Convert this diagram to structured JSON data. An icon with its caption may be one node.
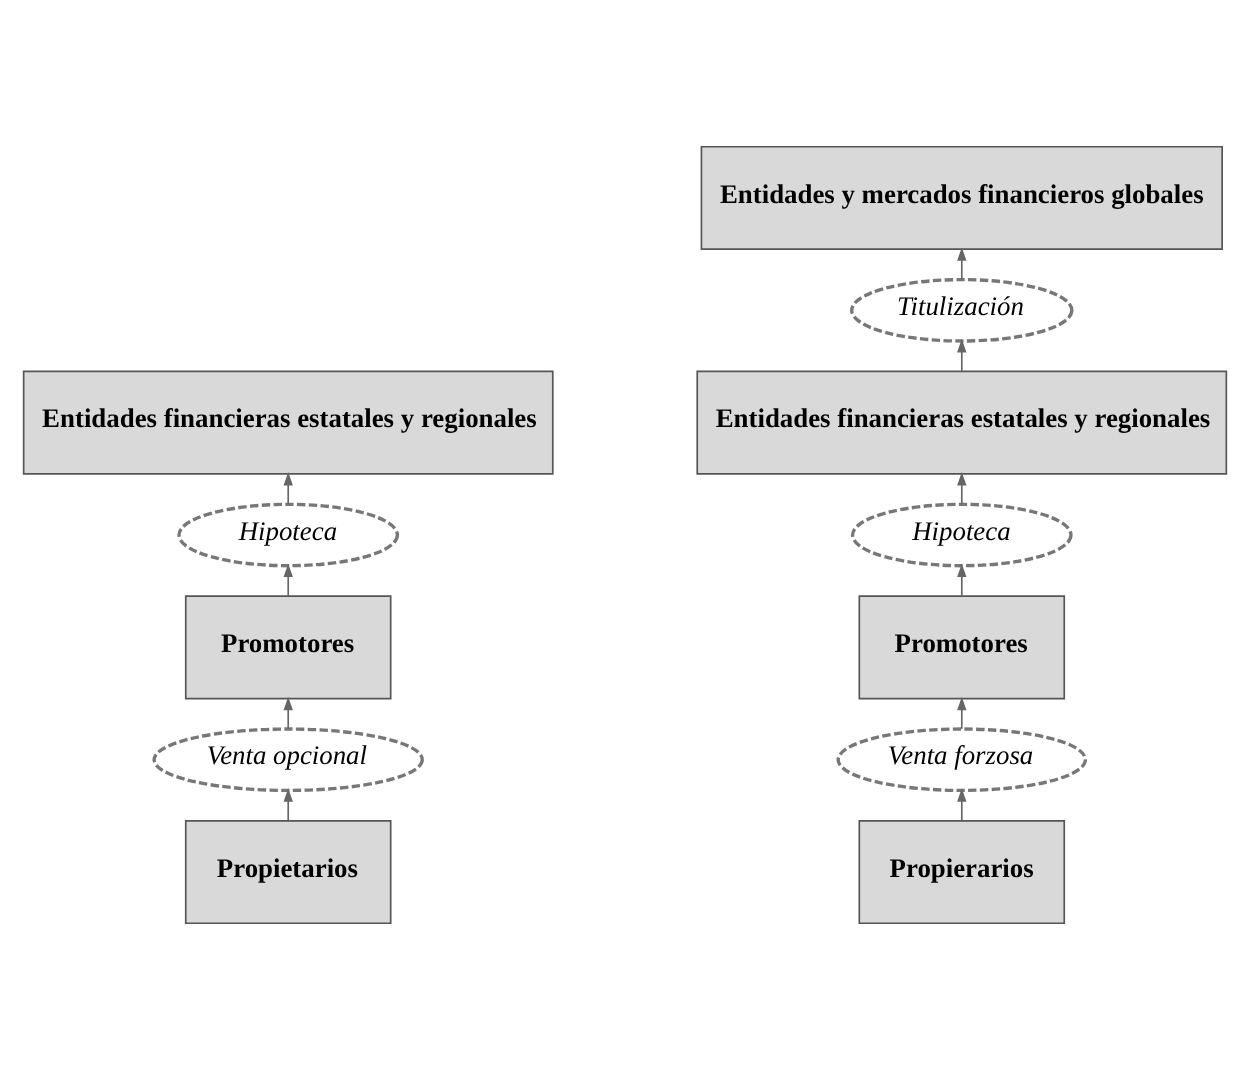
{
  "diagram": {
    "nodes": [
      {
        "text": [
          "Entidades financieras estatales y regionales"
        ]
      },
      {
        "text": [
          "Hipoteca"
        ]
      },
      {
        "text": [
          "Promotores"
        ]
      },
      {
        "text": [
          "Venta opcional"
        ]
      },
      {
        "text": [
          "Propietarios"
        ]
      },
      {
        "text": [
          "Entidades y mercados financieros globales"
        ]
      },
      {
        "text": [
          "Titulización"
        ]
      },
      {
        "text": [
          "Entidades financieras estatales y regionales"
        ]
      },
      {
        "text": [
          "Hipoteca"
        ]
      },
      {
        "text": [
          "Promotores"
        ]
      },
      {
        "text": [
          "Venta forzosa"
        ]
      },
      {
        "text": [
          "Propierarios"
        ]
      }
    ],
    "edges": [
      {
        "from": 4,
        "to": 3,
        "arrow": "to"
      },
      {
        "from": 3,
        "to": 2,
        "arrow": "to"
      },
      {
        "from": 2,
        "to": 1,
        "arrow": "to"
      },
      {
        "from": 1,
        "to": 0,
        "arrow": "to"
      },
      {
        "from": 11,
        "to": 10,
        "arrow": "to"
      },
      {
        "from": 10,
        "to": 9,
        "arrow": "to"
      },
      {
        "from": 9,
        "to": 8,
        "arrow": "to"
      },
      {
        "from": 8,
        "to": 7,
        "arrow": "to"
      },
      {
        "from": 7,
        "to": 6,
        "arrow": "to"
      },
      {
        "from": 6,
        "to": 5,
        "arrow": "to"
      }
    ]
  }
}
